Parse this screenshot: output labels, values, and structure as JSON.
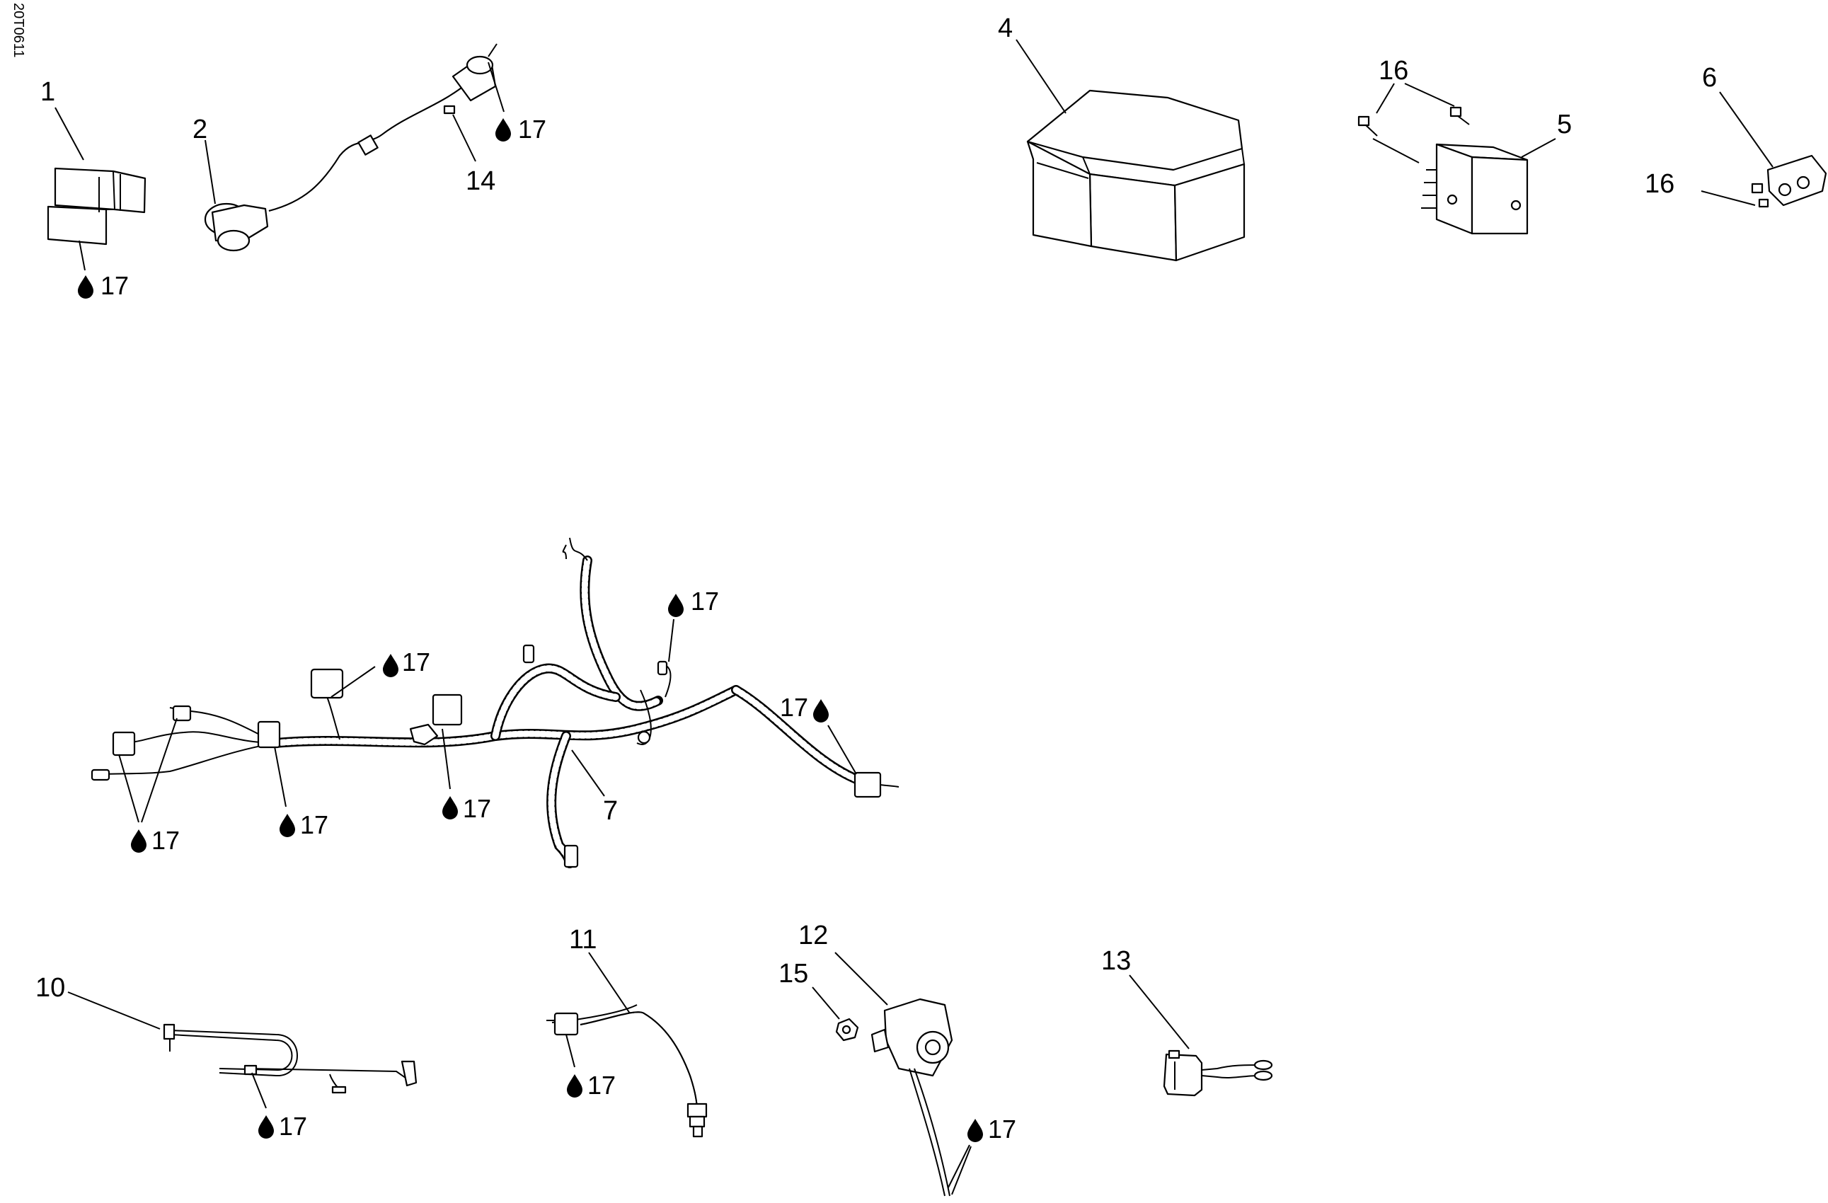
{
  "diagram": {
    "drawing_code": "20T0611",
    "callouts": {
      "c1": "1",
      "c2": "2",
      "c4": "4",
      "c5": "5",
      "c6": "6",
      "c7": "7",
      "c10": "10",
      "c11": "11",
      "c12": "12",
      "c13": "13",
      "c14": "14",
      "c15": "15",
      "c16a": "16",
      "c16b": "16"
    },
    "lubricant_ref": "17",
    "icons": [
      "oil-drop-icon"
    ]
  }
}
